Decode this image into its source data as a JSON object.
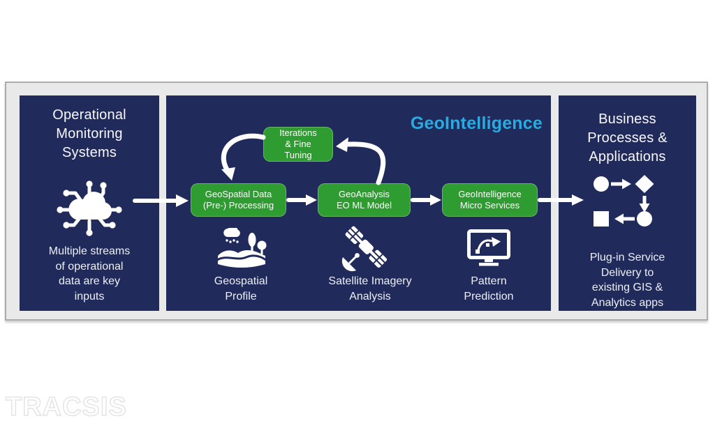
{
  "colors": {
    "navy_panel": "#212b5b",
    "process_green": "#2e9c30",
    "title_cyan": "#29abe2",
    "frame_gray": "#e9e9e9",
    "content_white": "#ffffff"
  },
  "watermark": {
    "text": "TRACSIS"
  },
  "left_panel": {
    "title": "Operational\nMonitoring\nSystems",
    "icon": "cloud-network-icon",
    "body": "Multiple streams\nof operational\ndata are key\ninputs"
  },
  "mid_panel": {
    "title": "GeoIntelligence",
    "boxes": {
      "iterations": "Iterations\n& Fine\nTuning",
      "geospatial": "GeoSpatial Data\n(Pre-) Processing",
      "geoanalysis": "GeoAnalysis\nEO ML Model",
      "microservices": "GeoIntelligence\nMicro Services"
    },
    "features": [
      {
        "icon": "landscape-rain-icon",
        "label": "Geospatial\nProfile"
      },
      {
        "icon": "satellite-icon",
        "label": "Satellite Imagery\nAnalysis"
      },
      {
        "icon": "monitor-curve-icon",
        "label": "Pattern\nPrediction"
      }
    ]
  },
  "right_panel": {
    "title": "Business\nProcesses &\nApplications",
    "icon": "flowchart-icon",
    "body": "Plug-in Service\nDelivery to\nexisting GIS &\nAnalytics apps"
  }
}
